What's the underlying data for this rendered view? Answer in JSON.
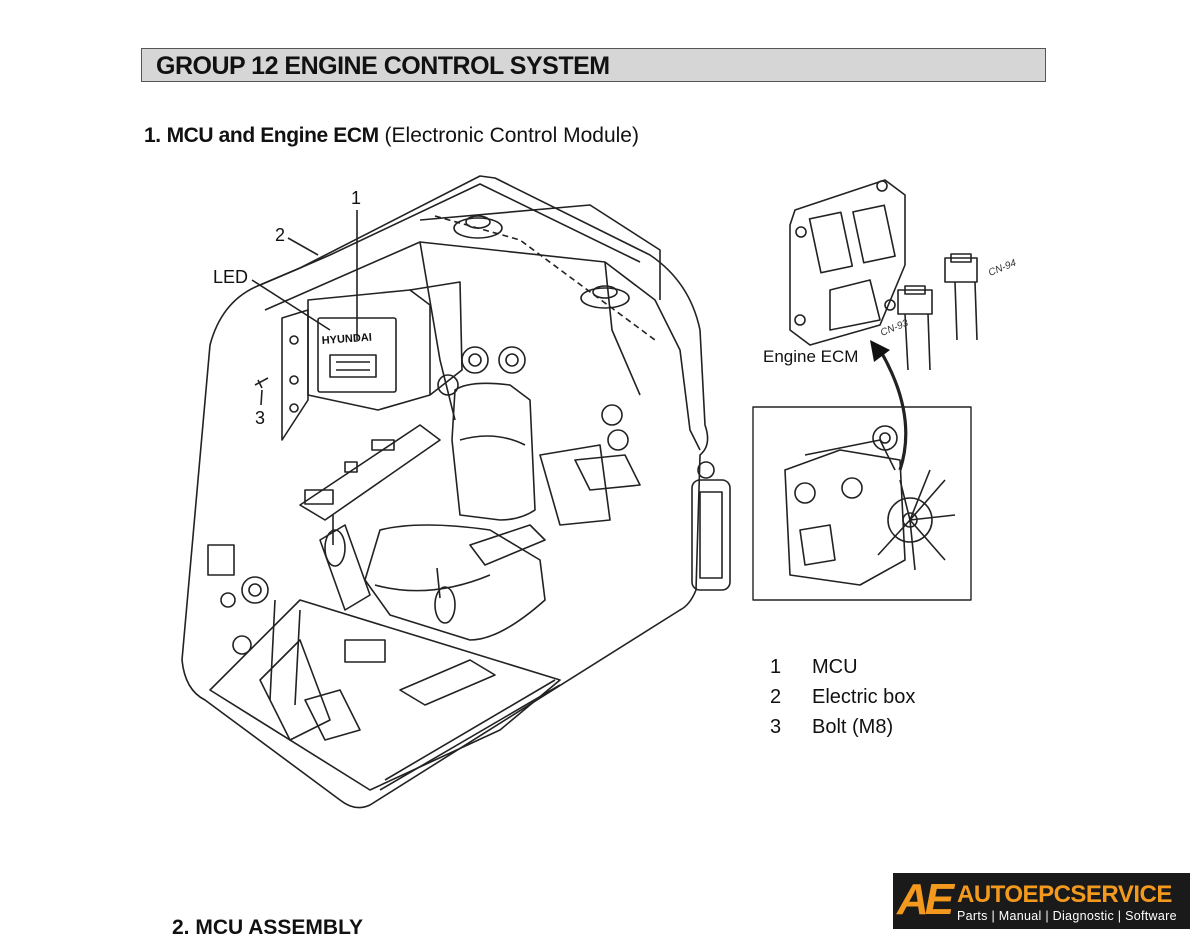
{
  "header": {
    "group_title": "GROUP  12  ENGINE CONTROL SYSTEM"
  },
  "section": {
    "number": "1.",
    "title_bold": "MCU and Engine ECM",
    "title_normal": "(Electronic Control Module)"
  },
  "callouts": {
    "c1": "1",
    "c2": "2",
    "c3": "3",
    "led": "LED"
  },
  "ecm": {
    "label": "Engine ECM",
    "connector_a": "CN-93",
    "connector_b": "CN-94",
    "module_brand": "HYUNDAI"
  },
  "legend": [
    {
      "num": "1",
      "text": "MCU"
    },
    {
      "num": "2",
      "text": "Electric box"
    },
    {
      "num": "3",
      "text": "Bolt (M8)"
    }
  ],
  "next_section": "2.  MCU ASSEMBLY",
  "watermark": {
    "logo": "AE",
    "title": "AUTOEPCSERVICE",
    "tagline": "Parts | Manual | Diagnostic | Software"
  }
}
